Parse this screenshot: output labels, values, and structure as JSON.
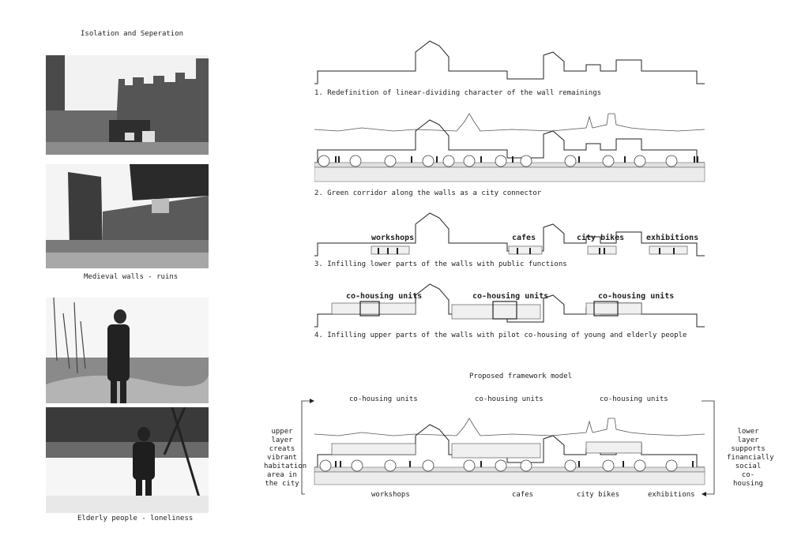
{
  "left_column": {
    "title": "Isolation and Seperation",
    "caption_walls": "Medieval walls - ruins",
    "caption_people": "Elderly people - loneliness",
    "photos": [
      {
        "id": "walls-photo-1",
        "subject": "medieval wall ruins with bins"
      },
      {
        "id": "walls-photo-2",
        "subject": "medieval wall ruins along a path"
      },
      {
        "id": "people-photo-1",
        "subject": "elderly person in winter field"
      },
      {
        "id": "people-photo-2",
        "subject": "elderly person in snowy forest"
      }
    ]
  },
  "steps": [
    {
      "caption": "1. Redefinition of linear-dividing character of the wall remainings"
    },
    {
      "caption": "2. Green corridor along the walls as a city connector"
    },
    {
      "caption": "3. Infilling lower parts of the walls with public functions",
      "labels": [
        "workshops",
        "cafes",
        "city bikes",
        "exhibitions"
      ]
    },
    {
      "caption": "4. Infilling upper parts of the walls with pilot co-housing of young and elderly people",
      "labels": [
        "co-housing units",
        "co-housing units",
        "co-housing units"
      ]
    }
  ],
  "framework": {
    "title": "Proposed framework model",
    "top_labels": [
      "co-housing units",
      "co-housing units",
      "co-housing units"
    ],
    "bottom_labels": [
      "workshops",
      "cafes",
      "city bikes",
      "exhibitions"
    ],
    "left_note": "upper layer creats vibrant habitation area in the city",
    "right_note": "lower layer supports financially social co-housing"
  },
  "colors": {
    "line": "#222222",
    "photo_dark": "#3a3a3a",
    "photo_light": "#d8d8d8",
    "ground": "#e4e4e4"
  }
}
